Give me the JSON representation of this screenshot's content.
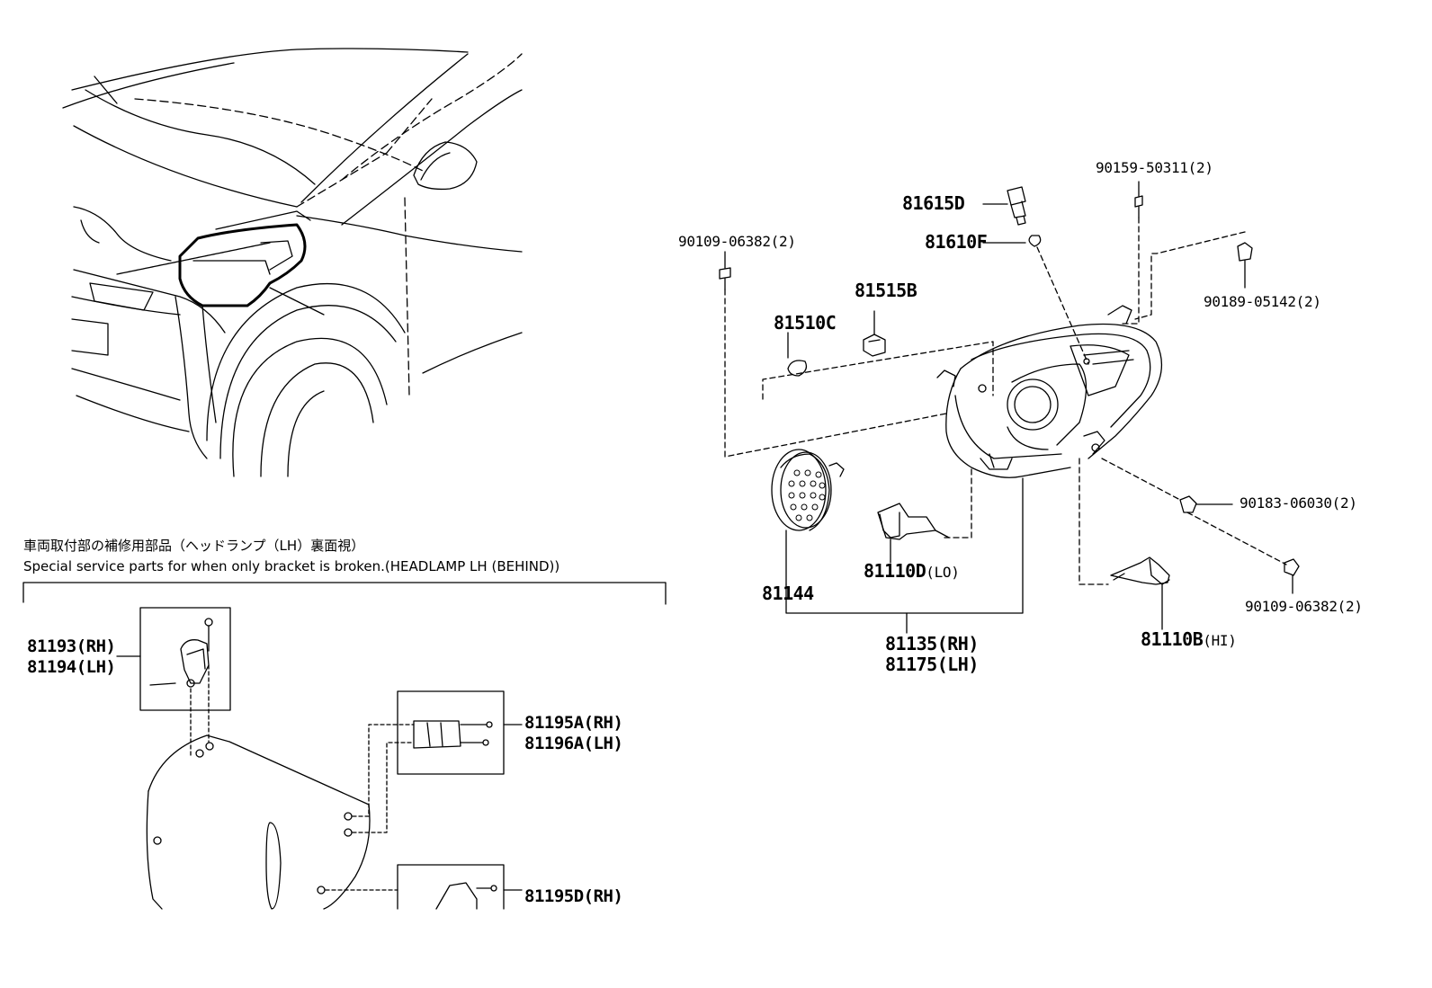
{
  "caption": {
    "japanese": "車両取付部の補修用部品（ヘッドランプ（LH）裏面視）",
    "english": "Special service parts for when only bracket is broken.(HEADLAMP LH (BEHIND))"
  },
  "parts": {
    "p81193": "81193(RH)",
    "p81194": "81194(LH)",
    "p81195a": "81195A(RH)",
    "p81196a": "81196A(LH)",
    "p81195d": "81195D(RH)",
    "p81615d": "81615D",
    "p81610f": "81610F",
    "p90159": "90159-50311(2)",
    "p90109_top": "90109-06382(2)",
    "p81515b": "81515B",
    "p81510c": "81510C",
    "p90189": "90189-05142(2)",
    "p90183": "90183-06030(2)",
    "p81144": "81144",
    "p81110d": "81110D",
    "p81110d_suffix": "(LO)",
    "p90109_bottom": "90109-06382(2)",
    "p81110b": "81110B",
    "p81110b_suffix": "(HI)",
    "p81135": "81135(RH)",
    "p81175": "81175(LH)"
  }
}
